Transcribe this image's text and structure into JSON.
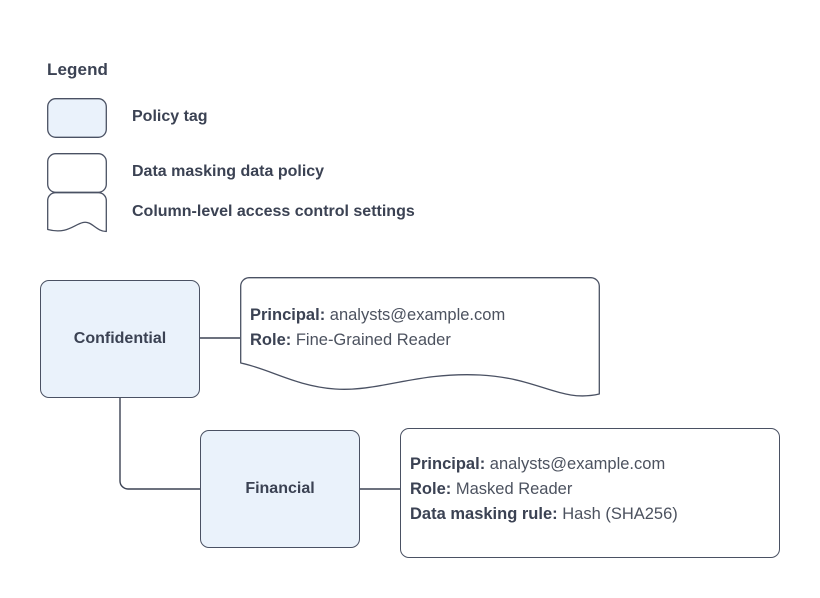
{
  "legend": {
    "title": "Legend",
    "items": [
      {
        "shape": "rounded-rect-filled",
        "label": "Policy tag",
        "fill": "#eaf2fb"
      },
      {
        "shape": "rounded-rect",
        "label": "Data masking data policy",
        "fill": "#ffffff"
      },
      {
        "shape": "document-wave",
        "label": "Column-level access control settings",
        "fill": "#ffffff"
      }
    ]
  },
  "diagram": {
    "nodes": [
      {
        "id": "confidential",
        "label": "Confidential",
        "fill": "#eaf2fb"
      },
      {
        "id": "financial",
        "label": "Financial",
        "fill": "#eaf2fb"
      }
    ],
    "panels": [
      {
        "id": "confidential-access",
        "shape": "document-wave",
        "lines": [
          {
            "key": "Principal:",
            "value": "analysts@example.com"
          },
          {
            "key": "Role:",
            "value": "Fine-Grained Reader"
          }
        ]
      },
      {
        "id": "financial-policy",
        "shape": "rounded-rect",
        "lines": [
          {
            "key": "Principal:",
            "value": "analysts@example.com"
          },
          {
            "key": "Role:",
            "value": "Masked Reader"
          },
          {
            "key": "Data masking rule:",
            "value": "Hash (SHA256)"
          }
        ]
      }
    ]
  },
  "colors": {
    "node_fill": "#eaf2fb",
    "stroke": "#4a5163",
    "text": "#3b4253",
    "background": "#ffffff"
  }
}
